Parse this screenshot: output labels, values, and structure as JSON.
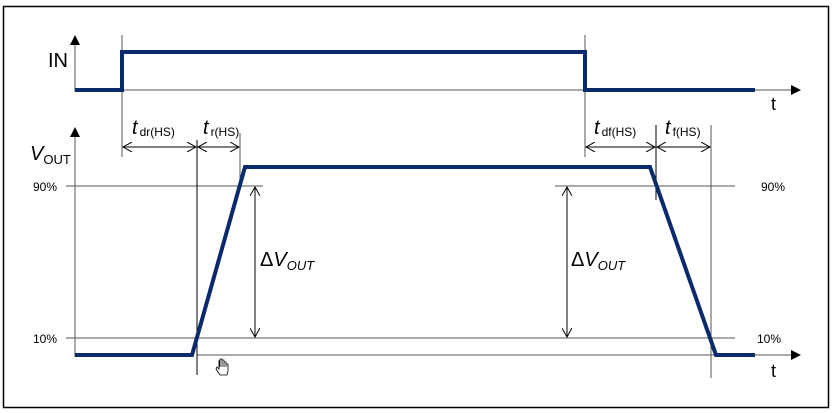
{
  "diagram": {
    "title": "High-side switching timing diagram",
    "colors": {
      "signal": "#0b2a6b",
      "grid": "#555555",
      "arrow": "#000000",
      "border": "#000000"
    },
    "in_panel": {
      "label": "IN",
      "time_label": "t"
    },
    "vout_panel": {
      "label_main": "V",
      "label_sub": "OUT",
      "time_label": "t",
      "level_90_left": "90%",
      "level_10_left": "10%",
      "level_90_right": "90%",
      "level_10_right": "10%"
    },
    "timings": {
      "t_dr": {
        "main": "t",
        "sub": "dr(HS)"
      },
      "t_r": {
        "main": "t",
        "sub": "r(HS)"
      },
      "t_df": {
        "main": "t",
        "sub": "df(HS)"
      },
      "t_f": {
        "main": "t",
        "sub": "f(HS)"
      }
    },
    "delta_labels": {
      "rise": {
        "delta": "Δ",
        "main": "V",
        "sub": "OUT"
      },
      "fall": {
        "delta": "Δ",
        "main": "V",
        "sub": "OUT"
      }
    },
    "cursor": {
      "icon": "hand-cursor-icon"
    }
  }
}
